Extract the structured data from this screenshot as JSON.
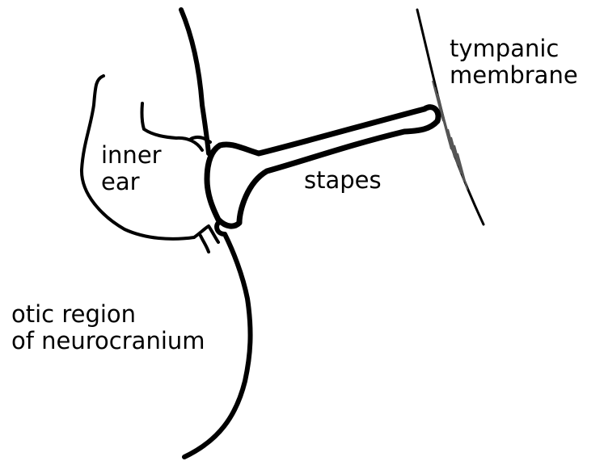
{
  "diagram": {
    "labels": {
      "tympanic": [
        "tympanic",
        "membrane"
      ],
      "inner_ear": [
        "inner",
        "ear"
      ],
      "stapes": "stapes",
      "otic": [
        "otic region",
        "of neurocranium"
      ]
    },
    "colors": {
      "ink": "#000000",
      "background": "#ffffff",
      "membrane_hatch": "#555555"
    }
  }
}
